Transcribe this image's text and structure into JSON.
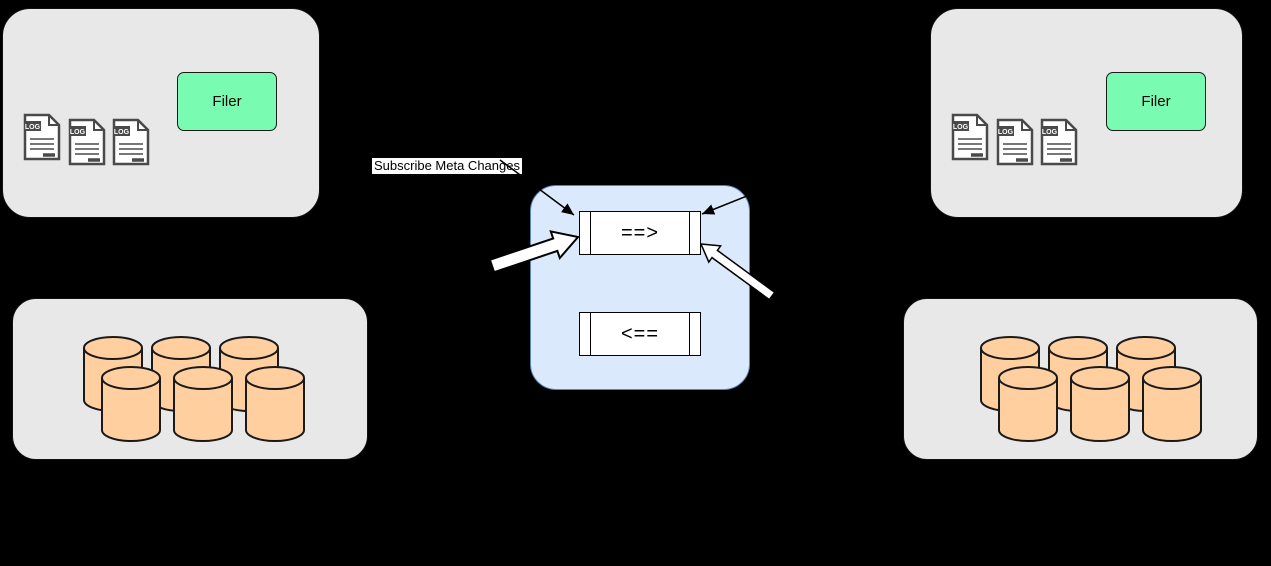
{
  "diagram": {
    "subscribe_label": "Subscribe Meta Changes",
    "filer_left_label": "Filer",
    "filer_right_label": "Filer",
    "queue_forward_label": "==>",
    "queue_backward_label": "<==",
    "log_label": "LOG"
  },
  "colors": {
    "background": "#000000",
    "cluster_fill": "#e8e8e8",
    "filer_fill": "#79fcb2",
    "center_fill": "#dbe9fc",
    "center_border": "#5b84b1",
    "queue_fill": "#ffffff",
    "cylinder_fill": "#ffcf9f"
  }
}
